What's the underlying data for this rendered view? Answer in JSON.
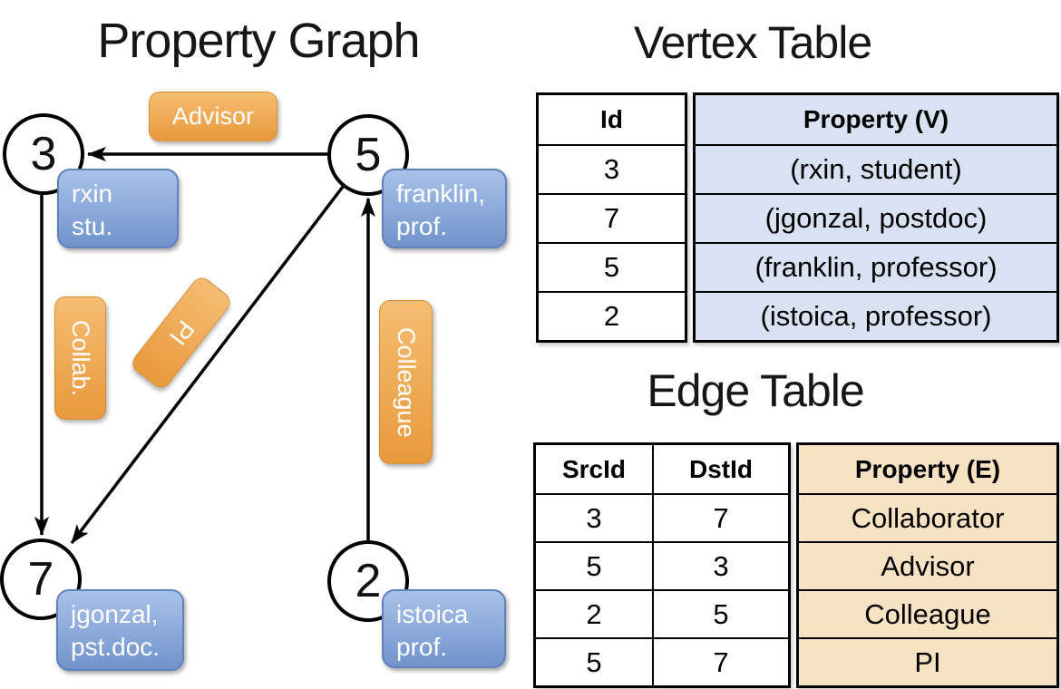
{
  "graph": {
    "title": "Property Graph",
    "nodes": [
      {
        "id": "3",
        "label_lines": [
          "rxin",
          "stu."
        ]
      },
      {
        "id": "5",
        "label_lines": [
          "franklin,",
          "prof."
        ]
      },
      {
        "id": "7",
        "label_lines": [
          "jgonzal,",
          "pst.doc."
        ]
      },
      {
        "id": "2",
        "label_lines": [
          "istoica",
          "prof."
        ]
      }
    ],
    "edges": [
      {
        "label": "Advisor",
        "src": "5",
        "dst": "3"
      },
      {
        "label": "Collab.",
        "src": "3",
        "dst": "7"
      },
      {
        "label": "PI",
        "src": "5",
        "dst": "7"
      },
      {
        "label": "Colleague",
        "src": "2",
        "dst": "5"
      }
    ]
  },
  "vertex_table": {
    "title": "Vertex Table",
    "columns": [
      "Id",
      "Property (V)"
    ],
    "rows": [
      [
        "3",
        "(rxin, student)"
      ],
      [
        "7",
        "(jgonzal, postdoc)"
      ],
      [
        "5",
        "(franklin, professor)"
      ],
      [
        "2",
        "(istoica, professor)"
      ]
    ]
  },
  "edge_table": {
    "title": "Edge Table",
    "columns": [
      "SrcId",
      "DstId",
      "Property (E)"
    ],
    "rows": [
      [
        "3",
        "7",
        "Collaborator"
      ],
      [
        "5",
        "3",
        "Advisor"
      ],
      [
        "2",
        "5",
        "Colleague"
      ],
      [
        "5",
        "7",
        "PI"
      ]
    ]
  },
  "colors": {
    "node_label_blue_top": "#a8c2e9",
    "node_label_blue_bottom": "#7193cc",
    "edge_label_orange_top": "#f5bd72",
    "edge_label_orange_bottom": "#e8993c",
    "vertex_property_fill": "#d9e2f2",
    "edge_property_fill": "#f8e2c4",
    "line_color": "#000000"
  }
}
